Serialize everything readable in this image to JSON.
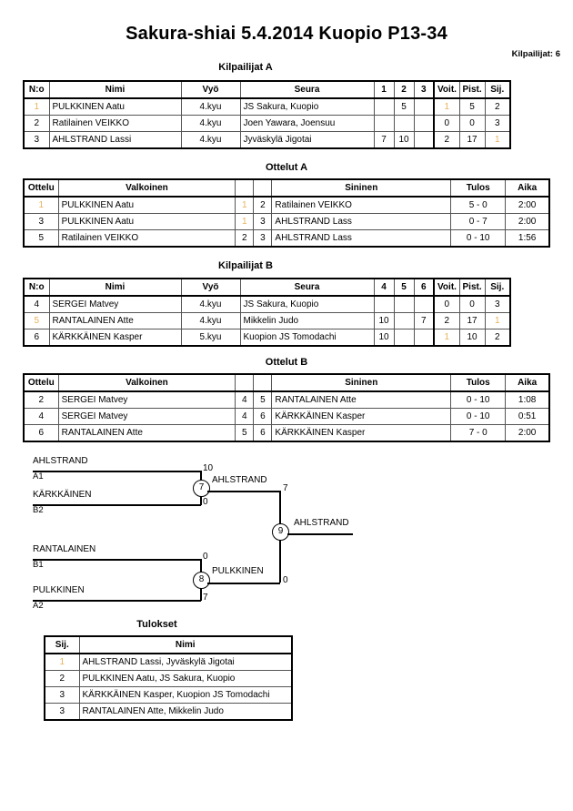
{
  "header": {
    "title": "Sakura-shiai  5.4.2014  Kuopio   P13-34",
    "competitor_count_label": "Kilpailijat: 6"
  },
  "pool_a": {
    "title": "Kilpailijat A",
    "columns": [
      "N:o",
      "Nimi",
      "Vyö",
      "Seura",
      "1",
      "2",
      "3",
      "Voit.",
      "Pist.",
      "Sij."
    ],
    "rows": [
      {
        "no": "1",
        "no_faint": true,
        "name": "PULKKINEN Aatu",
        "belt": "4.kyu",
        "club": "JS Sakura, Kuopio",
        "m1": "",
        "m2": "5",
        "m3": "",
        "wins": "1",
        "wins_faint": true,
        "points": "5",
        "rank": "2"
      },
      {
        "no": "2",
        "no_faint": false,
        "name": "Ratilainen VEIKKO",
        "belt": "4.kyu",
        "club": "Joen Yawara, Joensuu",
        "m1": "",
        "m2": "",
        "m3": "",
        "wins": "0",
        "wins_faint": false,
        "points": "0",
        "rank": "3"
      },
      {
        "no": "3",
        "no_faint": false,
        "name": "AHLSTRAND Lassi",
        "belt": "4.kyu",
        "club": "Jyväskylä Jigotai",
        "m1": "7",
        "m2": "10",
        "m3": "",
        "wins": "2",
        "wins_faint": false,
        "points": "17",
        "rank": "1",
        "rank_faint": true
      }
    ]
  },
  "matches_a": {
    "title": "Ottelut A",
    "columns": [
      "Ottelu",
      "Valkoinen",
      "",
      "",
      "Sininen",
      "Tulos",
      "Aika"
    ],
    "rows": [
      {
        "match": "1",
        "match_faint": true,
        "white": "PULKKINEN Aatu",
        "wn": "1",
        "wn_faint": true,
        "bn": "2",
        "blue": "Ratilainen VEIKKO",
        "result": "5 - 0",
        "time": "2:00"
      },
      {
        "match": "3",
        "match_faint": false,
        "white": "PULKKINEN Aatu",
        "wn": "1",
        "wn_faint": true,
        "bn": "3",
        "blue": "AHLSTRAND Lass",
        "result": "0 - 7",
        "time": "2:00"
      },
      {
        "match": "5",
        "match_faint": false,
        "white": "Ratilainen VEIKKO",
        "wn": "2",
        "wn_faint": false,
        "bn": "3",
        "blue": "AHLSTRAND Lass",
        "result": "0 - 10",
        "time": "1:56"
      }
    ]
  },
  "pool_b": {
    "title": "Kilpailijat B",
    "columns": [
      "N:o",
      "Nimi",
      "Vyö",
      "Seura",
      "4",
      "5",
      "6",
      "Voit.",
      "Pist.",
      "Sij."
    ],
    "rows": [
      {
        "no": "4",
        "no_faint": false,
        "name": "SERGEI Matvey",
        "belt": "4.kyu",
        "club": "JS Sakura, Kuopio",
        "m1": "",
        "m2": "",
        "m3": "",
        "wins": "0",
        "wins_faint": false,
        "points": "0",
        "rank": "3"
      },
      {
        "no": "5",
        "no_faint": true,
        "name": "RANTALAINEN Atte",
        "belt": "4.kyu",
        "club": "Mikkelin Judo",
        "m1": "10",
        "m2": "",
        "m3": "7",
        "wins": "2",
        "wins_faint": false,
        "points": "17",
        "rank": "1",
        "rank_faint": true
      },
      {
        "no": "6",
        "no_faint": false,
        "name": "KÄRKKÄINEN Kasper",
        "belt": "5.kyu",
        "club": "Kuopion JS Tomodachi",
        "m1": "10",
        "m2": "",
        "m3": "",
        "wins": "1",
        "wins_faint": true,
        "points": "10",
        "rank": "2"
      }
    ]
  },
  "matches_b": {
    "title": "Ottelut B",
    "columns": [
      "Ottelu",
      "Valkoinen",
      "",
      "",
      "Sininen",
      "Tulos",
      "Aika"
    ],
    "rows": [
      {
        "match": "2",
        "match_faint": false,
        "white": "SERGEI Matvey",
        "wn": "4",
        "wn_faint": false,
        "bn": "5",
        "blue": "RANTALAINEN Atte",
        "result": "0 - 10",
        "time": "1:08"
      },
      {
        "match": "4",
        "match_faint": false,
        "white": "SERGEI Matvey",
        "wn": "4",
        "wn_faint": false,
        "bn": "6",
        "blue": "KÄRKKÄINEN Kasper",
        "result": "0 - 10",
        "time": "0:51"
      },
      {
        "match": "6",
        "match_faint": false,
        "white": "RANTALAINEN Atte",
        "wn": "5",
        "wn_faint": false,
        "bn": "6",
        "blue": "KÄRKKÄINEN Kasper",
        "result": "7 - 0",
        "time": "2:00"
      }
    ]
  },
  "bracket": {
    "semi1": {
      "node": "7",
      "top_name": "AHLSTRAND",
      "top_seed": "A1",
      "top_score": "10",
      "bottom_name": "KÄRKKÄINEN",
      "bottom_seed": "B2",
      "bottom_score": "0",
      "winner": "AHLSTRAND",
      "winner_score": "7"
    },
    "semi2": {
      "node": "8",
      "top_name": "RANTALAINEN",
      "top_seed": "B1",
      "top_score": "0",
      "bottom_name": "PULKKINEN",
      "bottom_seed": "A2",
      "bottom_score": "7",
      "winner": "PULKKINEN",
      "winner_score": "0"
    },
    "final": {
      "node": "9",
      "winner": "AHLSTRAND"
    }
  },
  "results": {
    "title": "Tulokset",
    "columns": [
      "Sij.",
      "Nimi"
    ],
    "rows": [
      {
        "rank": "1",
        "rank_faint": true,
        "name": "AHLSTRAND Lassi, Jyväskylä Jigotai"
      },
      {
        "rank": "2",
        "rank_faint": false,
        "name": "PULKKINEN Aatu, JS Sakura, Kuopio"
      },
      {
        "rank": "3",
        "rank_faint": false,
        "name": "KÄRKKÄINEN Kasper, Kuopion JS Tomodachi"
      },
      {
        "rank": "3",
        "rank_faint": false,
        "name": "RANTALAINEN Atte, Mikkelin Judo"
      }
    ]
  }
}
